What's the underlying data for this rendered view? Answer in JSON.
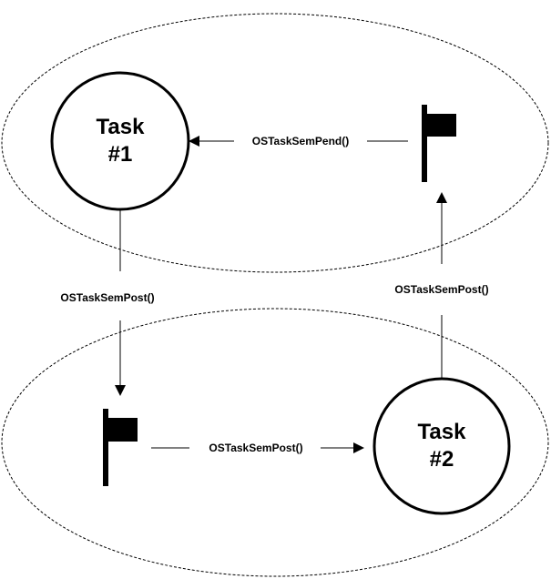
{
  "diagram": {
    "task1": {
      "line1": "Task",
      "line2": "#1"
    },
    "task2": {
      "line1": "Task",
      "line2": "#2"
    },
    "labels": {
      "pend_to_task1": "OSTaskSemPend()",
      "task1_post_down": "OSTaskSemPost()",
      "flag_to_task2": "OSTaskSemPost()",
      "task2_post_up": "OSTaskSemPost()"
    },
    "colors": {
      "stroke": "#000000",
      "background": "#ffffff"
    },
    "icons": [
      "flag-icon",
      "flag-icon"
    ]
  }
}
